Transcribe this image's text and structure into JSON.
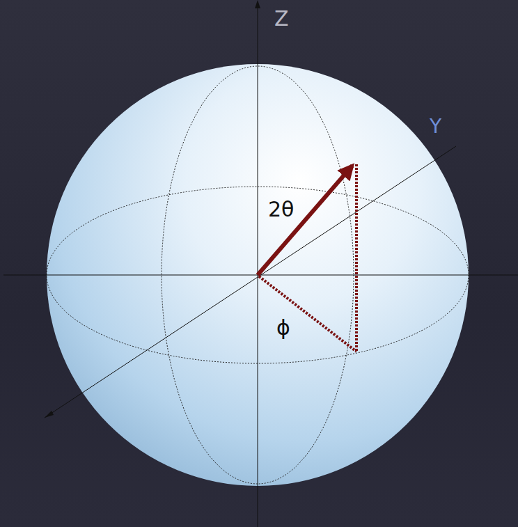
{
  "diagram": {
    "labels": [
      "Z",
      "Y",
      "2θ",
      "ϕ"
    ]
  }
}
